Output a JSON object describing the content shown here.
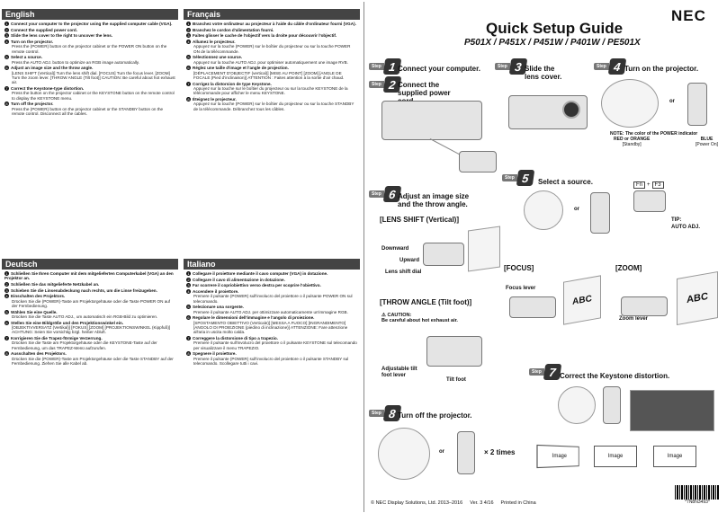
{
  "columns": {
    "en": {
      "title": "English",
      "steps": [
        {
          "n": "1",
          "text": "Connect your computer to the projector using the supplied computer cable (VGA)."
        },
        {
          "n": "2",
          "text": "Connect the supplied power cord."
        },
        {
          "n": "3",
          "text": "Slide the lens cover to the right to uncover the lens."
        },
        {
          "n": "4",
          "text": "Turn on the projector.",
          "sub": "Press the (POWER) button on the projector cabinet or the POWER ON button on the remote control."
        },
        {
          "n": "5",
          "text": "Select a source.",
          "sub": "Press the AUTO ADJ. button to optimize an RGB image automatically."
        },
        {
          "n": "6",
          "text": "Adjust an image size and the throw angle.",
          "sub": "[LENS SHIFT (Vertical)] Turn the lens shift dial. [FOCUS] Turn the focus lever. [ZOOM] Turn the zoom lever. [THROW ANGLE (Tilt foot)] CAUTION: Be careful about hot exhaust air."
        },
        {
          "n": "7",
          "text": "Correct the Keystone-type distortion.",
          "sub": "Press the button on the projector cabinet or the KEYSTONE button on the remote control to display the KEYSTONE menu."
        },
        {
          "n": "8",
          "text": "Turn off the projector.",
          "sub": "Press the (POWER) button on the projector cabinet or the STANDBY button on the remote control. Disconnect all the cables."
        }
      ]
    },
    "fr": {
      "title": "Français",
      "steps": [
        {
          "n": "1",
          "text": "Branchez votre ordinateur au projecteur à l'aide du câble d'ordinateur fourni (VGA)."
        },
        {
          "n": "2",
          "text": "Branchez le cordon d'alimentation fourni."
        },
        {
          "n": "3",
          "text": "Faites glisser le cache de l'objectif vers la droite pour découvrir l'objectif."
        },
        {
          "n": "4",
          "text": "Allumez le projecteur.",
          "sub": "Appuyez sur la touche (POWER) sur le boîtier du projecteur ou sur la touche POWER ON de la télécommande."
        },
        {
          "n": "5",
          "text": "Sélectionnez une source.",
          "sub": "Appuyez sur la touche AUTO ADJ. pour optimiser automatiquement une image RVB."
        },
        {
          "n": "6",
          "text": "Réglez une taille d'image et l'angle de projection.",
          "sub": "[DÉPLACEMENT D'OBJECTIF (vertical)] [MISE AU POINT] [ZOOM] [ANGLE DE FOCALE (Pied d'inclinaison)] ATTENTION : Faites attention à la sortie d'air chaud."
        },
        {
          "n": "7",
          "text": "Corrigez la distorsion de type Keystone.",
          "sub": "Appuyez sur la touche sur le boîtier du projecteur ou sur la touche KEYSTONE de la télécommande pour afficher le menu KEYSTONE."
        },
        {
          "n": "8",
          "text": "Éteignez le projecteur.",
          "sub": "Appuyez sur la touche (POWER) sur le boîtier du projecteur ou sur la touche STANDBY de la télécommande. Débranchez tous les câbles."
        }
      ]
    },
    "de": {
      "title": "Deutsch",
      "steps": [
        {
          "n": "1",
          "text": "Schließen Sie Ihren Computer mit dem mitgelieferten Computerkabel (VGA) an den Projektor an."
        },
        {
          "n": "2",
          "text": "Schließen Sie das mitgelieferte Netzkabel an."
        },
        {
          "n": "3",
          "text": "Schieben Sie die Linsenabdeckung nach rechts, um die Linse freizugeben."
        },
        {
          "n": "4",
          "text": "Einschalten des Projektors.",
          "sub": "Drücken Sie die (POWER)-Taste am Projektorgehäuse oder die Taste POWER ON auf der Fernbedienung."
        },
        {
          "n": "5",
          "text": "Wählen Sie eine Quelle.",
          "sub": "Drücken Sie die Taste AUTO ADJ., um automatisch ein RGB-Bild zu optimieren."
        },
        {
          "n": "6",
          "text": "Stellen Sie eine Bildgröße und den Projektionswinkel ein.",
          "sub": "[OBJEKTIVVERSATZ (Vertikal)] [FOKUS] [ZOOM] [PROJEKTIONSWINKEL (Kippfuß)] ACHTUNG: Seien Sie vorsichtig bzgl. heißer Abluft."
        },
        {
          "n": "7",
          "text": "Korrigieren Sie die Trapez-förmige Verzerrung.",
          "sub": "Drücken Sie die Taste am Projektorgehäuse oder die KEYSTONE-Taste auf der Fernbedienung, um das TRAPEZ-Menü aufzurufen."
        },
        {
          "n": "8",
          "text": "Ausschalten des Projektors.",
          "sub": "Drücken Sie die (POWER)-Taste am Projektorgehäuse oder die Taste STANDBY auf der Fernbedienung. Ziehen Sie alle Kabel ab."
        }
      ]
    },
    "it": {
      "title": "Italiano",
      "steps": [
        {
          "n": "1",
          "text": "Collegare il proiettore mediante il cavo computer (VGA) in dotazione."
        },
        {
          "n": "2",
          "text": "Collegare il cavo di alimentazione in dotazione."
        },
        {
          "n": "3",
          "text": "Far scorrere il copriobiettivo verso destra per scoprire l'obiettivo."
        },
        {
          "n": "4",
          "text": "Accendere il proiettore.",
          "sub": "Premere il pulsante (POWER) sull'involucro del proiettore o il pulsante POWER ON sul telecomando."
        },
        {
          "n": "5",
          "text": "Selezionare una sorgente.",
          "sub": "Premere il pulsante AUTO ADJ. per ottimizzare automaticamente un'immagine RGB."
        },
        {
          "n": "6",
          "text": "Regolare le dimensioni dell'immagine e l'angolo di proiezione.",
          "sub": "[SPOSTAMENTO OBIETTIVO (Verticale)] [MESSA A FUOCO] [INGRANDIMENTO] [ANGOLO DI PROIEZIONE (piedino di inclinazione)] ATTENZIONE: Fare attenzione all'aria in uscita molto calda."
        },
        {
          "n": "7",
          "text": "Correggere la distorsione di tipo a trapezio.",
          "sub": "Premere il pulsante sull'involucro del proiettore o il pulsante KEYSTONE sul telecomando per visualizzare il menu TRAPEZIO."
        },
        {
          "n": "8",
          "text": "Spegnere il proiettore.",
          "sub": "Premere il pulsante (POWER) sull'involucro del proiettore o il pulsante STANDBY sul telecomando. Scollegare tutti i cavi."
        }
      ]
    }
  },
  "right": {
    "brand": "NEC",
    "title": "Quick Setup Guide",
    "models": "P501X / P451X / P451W / P401W / PE501X",
    "step_word": "Step",
    "s1": "Connect your computer.",
    "s2": "Connect the supplied power cord.",
    "s3": "Slide the lens cover.",
    "s4": "Turn on the projector.",
    "or": "or",
    "note_title": "NOTE: The color of the POWER indicator",
    "red_orange": "RED or ORANGE",
    "standby": "[Standby]",
    "blue": "BLUE",
    "power_on": "[Power On]",
    "s5": "Select a source.",
    "fn": "Fn",
    "plus": "+",
    "f3": "F3",
    "tip": "TIP:",
    "auto_adj": "AUTO ADJ.",
    "s6": "Adjust an image size and the throw angle.",
    "lens_shift": "[LENS SHIFT (Vertical)]",
    "downward": "Downward",
    "upward": "Upward",
    "lens_shift_dial": "Lens shift dial",
    "focus": "[FOCUS]",
    "zoom": "[ZOOM]",
    "focus_lever": "Focus lever",
    "zoom_lever": "Zoom lever",
    "abc": "ABC",
    "throw_angle": "[THROW ANGLE (Tilt foot)]",
    "caution": "CAUTION:",
    "caution_text": "Be careful about hot exhaust air.",
    "adj_tilt": "Adjustable tilt foot lever",
    "tilt_foot": "Tilt foot",
    "s7": "Correct the Keystone distortion.",
    "image": "Image",
    "s8": "Turn off the projector.",
    "times": "× 2 times",
    "copyright": "© NEC Display Solutions, Ltd. 2013–2016",
    "version": "Ver. 3  4/16",
    "printed": "Printed in China",
    "part": "*7N8N3493*"
  }
}
